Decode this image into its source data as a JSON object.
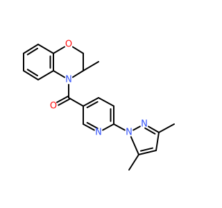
{
  "molecule": {
    "atom_colors": {
      "O": "#ff0d0d",
      "N": "#3050f8"
    },
    "labels": {
      "ring_oxygen": "O",
      "carbonyl_oxygen": "O",
      "oxazine_nitrogen": "N",
      "pyridine_nitrogen": "N",
      "pyrazole_n1": "N",
      "pyrazole_n2": "N"
    }
  }
}
